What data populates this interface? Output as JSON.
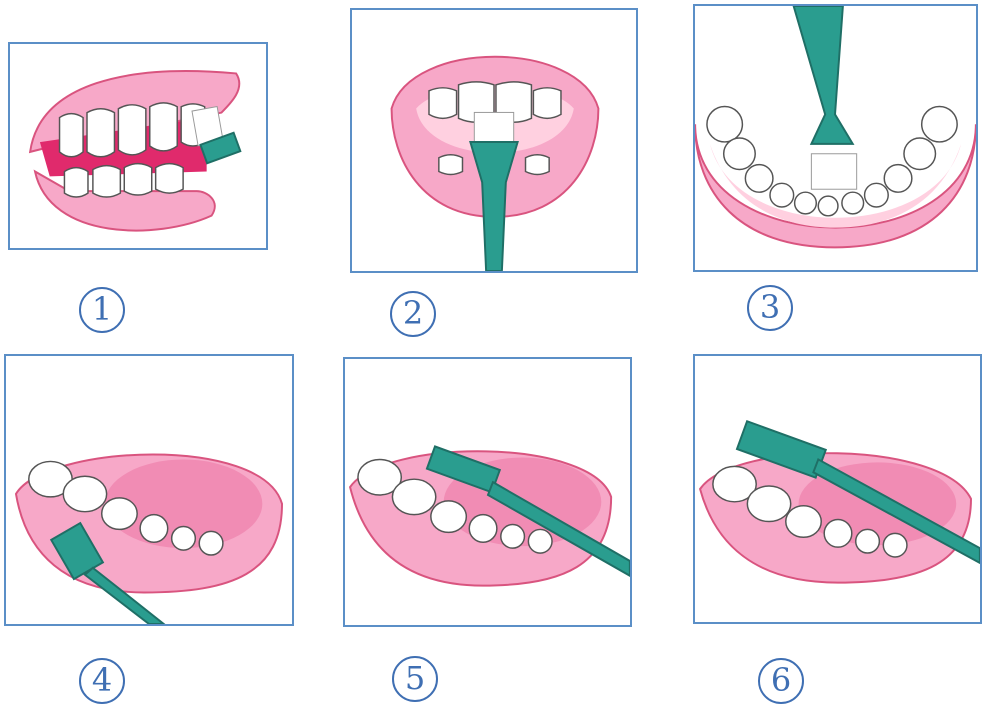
{
  "steps": [
    {
      "label": "1"
    },
    {
      "label": "2"
    },
    {
      "label": "3"
    },
    {
      "label": "4"
    },
    {
      "label": "5"
    },
    {
      "label": "6"
    }
  ],
  "colors": {
    "frame": "#5b8fc7",
    "number": "#3f6fb3",
    "gum": "#f7a8c8",
    "gum_outline": "#d9547f",
    "inner_mouth": "#e02a6c",
    "tooth": "#ffffff",
    "brush": "#2a9d8f",
    "brush_dark": "#1f6f66"
  }
}
